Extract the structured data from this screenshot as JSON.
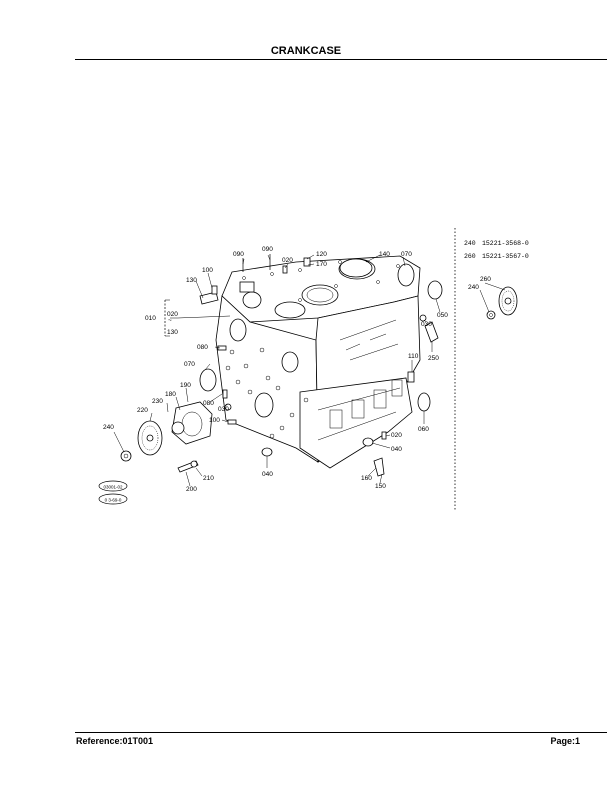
{
  "page": {
    "title": "CRANKCASE",
    "reference": "Reference:01T001",
    "page_label": "Page:1"
  },
  "diagram": {
    "callouts": {
      "c090a": "090",
      "c090b": "090",
      "c020a": "020",
      "c120": "120",
      "c170": "170",
      "c140": "140",
      "c070a": "070",
      "c100a": "100",
      "c130a": "130",
      "c010": "010",
      "c020b": "020",
      "c130b": "130",
      "c080a": "080",
      "c070b": "070",
      "c190": "190",
      "c180": "180",
      "c230": "230",
      "c220": "220",
      "c240a": "240",
      "c080b": "080",
      "c030a": "030",
      "c100b": "100",
      "c210": "210",
      "c200": "200",
      "c040a": "040",
      "c050": "050",
      "c030b": "030",
      "c250": "250",
      "c110": "110",
      "c060": "060",
      "c020c": "020",
      "c040b": "040",
      "c160": "160",
      "c150": "150",
      "c260": "260",
      "c240b": "240"
    },
    "part_numbers": [
      {
        "ref": "240",
        "number": "15221-3568-0"
      },
      {
        "ref": "260",
        "number": "15221-3567-0"
      }
    ],
    "stamps": {
      "top": "03001-02",
      "bottom": "0 3-69-0"
    }
  }
}
